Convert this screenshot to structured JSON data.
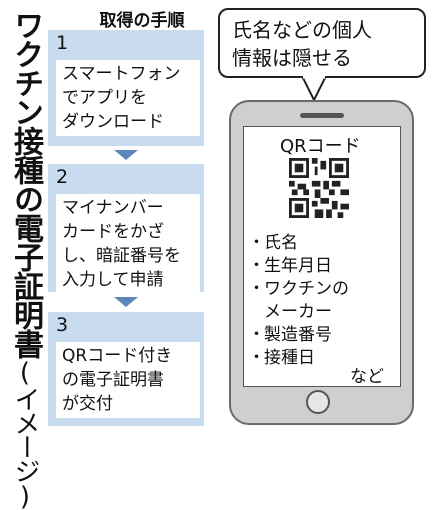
{
  "title": {
    "main": "ワクチン接種の電子証明書",
    "sub": "(イメージ)"
  },
  "procedure_title": "取得の手順",
  "steps": [
    {
      "num": "1",
      "text": "スマートフォン\nでアプリを\nダウンロード"
    },
    {
      "num": "2",
      "text": "マイナンバー\nカードをかざ\nし、暗証番号を\n入力して申請"
    },
    {
      "num": "3",
      "text": "QRコード付き\nの電子証明書\nが交付"
    }
  ],
  "bubble": {
    "text": "氏名などの個人\n情報は隠せる"
  },
  "phone": {
    "qr_label": "QRコード",
    "bullet": "・",
    "items": [
      "氏名",
      "生年月日",
      "ワクチンの",
      "メーカー",
      "製造番号",
      "接種日"
    ],
    "etc": "など"
  },
  "colors": {
    "step_bg": "#c9dcef",
    "arrow": "#5d87b8",
    "phone_body": "#cfcfcf"
  }
}
